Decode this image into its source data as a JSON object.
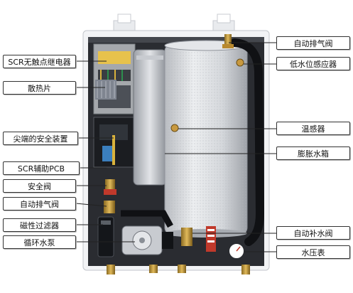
{
  "labels_left": [
    {
      "id": "scr-relay",
      "text": "SCR无触点继电器"
    },
    {
      "id": "heat-sink",
      "text": "散热片"
    },
    {
      "id": "tip-safety",
      "text": "尖端的安全装置"
    },
    {
      "id": "scr-pcb",
      "text": "SCR辅助PCB"
    },
    {
      "id": "safety-valve",
      "text": "安全阀"
    },
    {
      "id": "auto-vent-left",
      "text": "自动排气阀"
    },
    {
      "id": "magnetic-filter",
      "text": "磁性过滤器"
    },
    {
      "id": "circulation-pump",
      "text": "循环水泵"
    }
  ],
  "labels_right": [
    {
      "id": "auto-vent-right",
      "text": "自动排气阀"
    },
    {
      "id": "low-water-sensor",
      "text": "低水位感应器"
    },
    {
      "id": "thermometer",
      "text": "温感器"
    },
    {
      "id": "expansion-tank",
      "text": "膨胀水箱"
    },
    {
      "id": "auto-refill-valve",
      "text": "自动补水阀"
    },
    {
      "id": "pressure-gauge",
      "text": "水压表"
    }
  ],
  "colors": {
    "housing": "#f2f3f5",
    "cabinet_inner": "#2a2c31",
    "tank": "#d9dbde",
    "copper": "#c8993f",
    "warning_tag": "#c0392b",
    "leader_line": "#222222"
  }
}
